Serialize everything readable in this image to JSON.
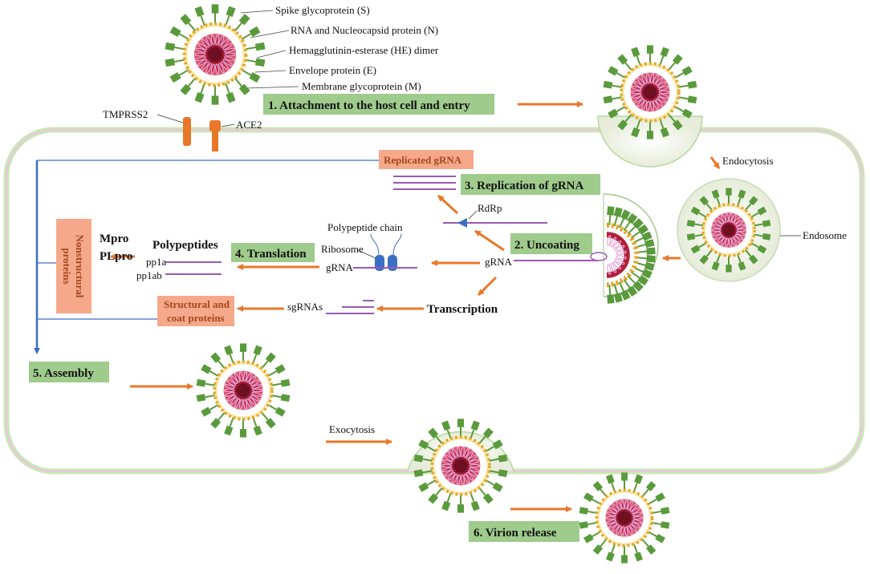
{
  "virus_labels": {
    "spike": "Spike glycoprotein (S)",
    "rna_n": "RNA and Nucleocapsid protein (N)",
    "he": "Hemagglutinin-esterase (HE) dimer",
    "envelope": "Envelope protein (E)",
    "membrane": "Membrane glycoprotein (M)"
  },
  "receptors": {
    "tmprss2": "TMPRSS2",
    "ace2": "ACE2"
  },
  "steps": {
    "attachment": "1. Attachment to the host cell and entry",
    "uncoating": "2. Uncoating",
    "replication": "3. Replication of gRNA",
    "translation": "4. Translation",
    "assembly": "5. Assembly",
    "release": "6. Virion release"
  },
  "boxes": {
    "replicated": "Replicated gRNA",
    "structural_1": "Structural and",
    "structural_2": "coat proteins",
    "nonstructural_1": "Nonstructural",
    "nonstructural_2": "proteins"
  },
  "labels": {
    "endocytosis": "Endocytosis",
    "endosome": "Endosome",
    "rdrp": "RdRp",
    "polypeptide_chain": "Polypeptide chain",
    "ribosome": "Ribosome",
    "grna_left": "gRNA",
    "grna_center": "gRNA",
    "polypeptides": "Polypeptides",
    "pp1a": "pp1a",
    "pp1ab": "pp1ab",
    "mpro": "Mpro",
    "plpro": "PLpro",
    "transcription": "Transcription",
    "sgrnas": "sgRNAs",
    "exocytosis": "Exocytosis"
  },
  "colors": {
    "spike": "#5a9a3c",
    "membrane_ring": "#e3a52a",
    "core": "#b0203a",
    "core_dark": "#6e0f22",
    "rna_loops": "#e8a5d8",
    "arrow": "#e9772a",
    "cell_border_pink": "#f0c0e8",
    "cell_border_green": "#c9eab3",
    "line_blue": "#3a6fc4",
    "rna_line": "#9b59b6",
    "step_box": "#9fcb8c",
    "orange_box": "#f5a98a"
  }
}
